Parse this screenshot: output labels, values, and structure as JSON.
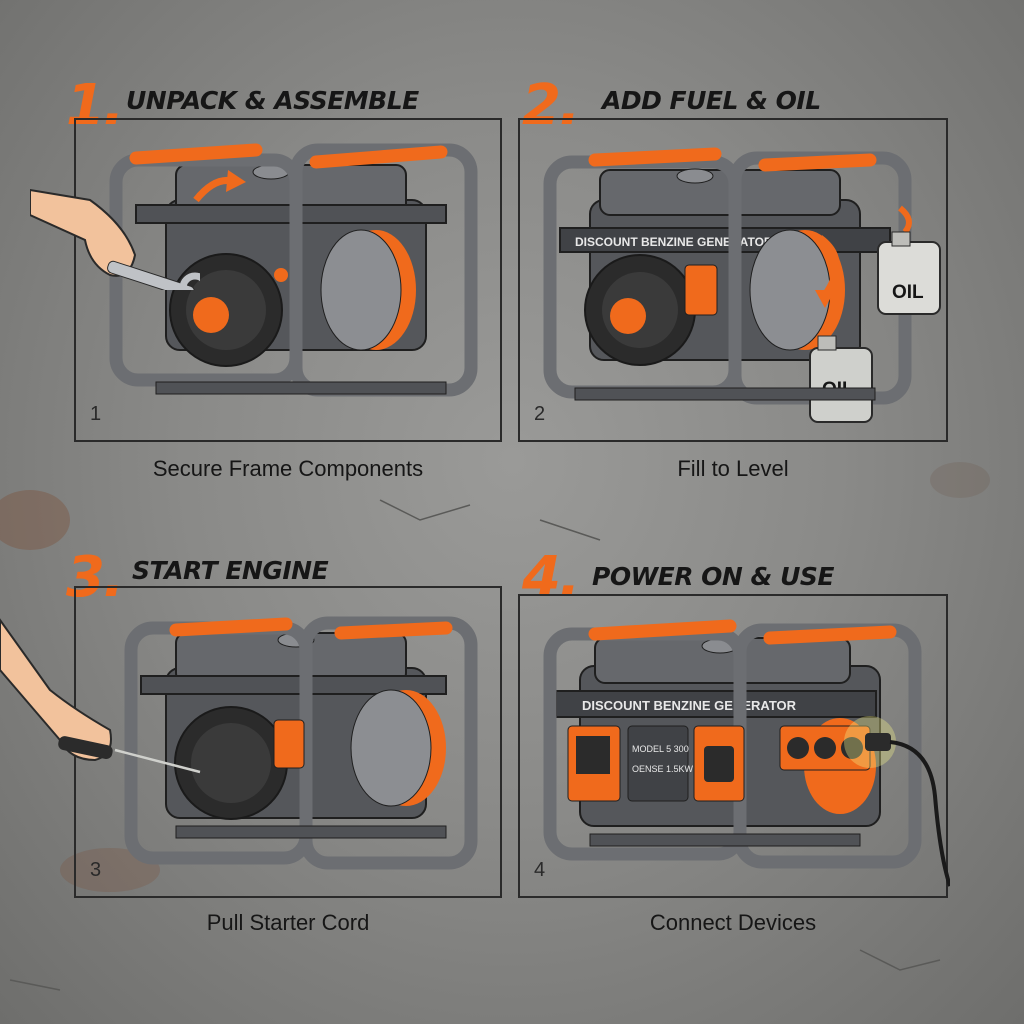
{
  "colors": {
    "accent": "#f06a1c",
    "frame": "#6c6e72",
    "body": "#5b5d61",
    "dark": "#2b2b2b"
  },
  "steps": [
    {
      "number": "1.",
      "title": "UNPACK & ASSEMBLE",
      "panel_number": "1",
      "caption": "Secure Frame Components",
      "tool_icon": "wrench-icon"
    },
    {
      "number": "2.",
      "title": "ADD FUEL & OIL",
      "panel_number": "2",
      "caption": "Fill to Level",
      "label_plate": "DISCOUNT BENZINE GENERATOR",
      "oil_label_1": "OIL",
      "oil_label_2": "OIL"
    },
    {
      "number": "3.",
      "title": "START ENGINE",
      "panel_number": "3",
      "caption": "Pull Starter Cord",
      "tool_icon": "starter-cord-icon"
    },
    {
      "number": "4.",
      "title": "POWER ON & USE",
      "panel_number": "4",
      "caption": "Connect Devices",
      "label_plate": "DISCOUNT BENZINE GENERATOR",
      "model_line_1": "MODEL 5 300",
      "model_line_2": "OENSE 1.5KW"
    }
  ]
}
